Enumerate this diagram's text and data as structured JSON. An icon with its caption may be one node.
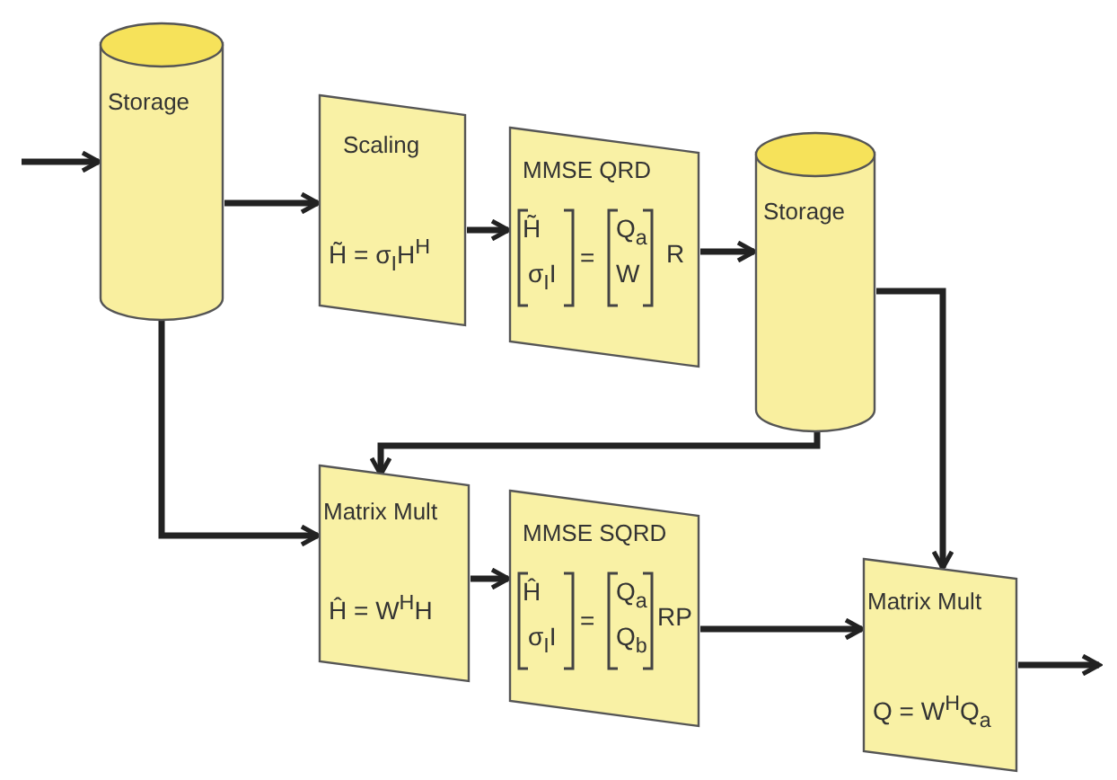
{
  "diagram": {
    "nodes": [
      {
        "text": [
          "Storage"
        ]
      },
      {
        "text": [
          "Scaling",
          "H̃ = σ$_{I}$H$^{H}$"
        ]
      },
      {
        "text": [
          "MMSE QRD",
          "H̃",
          "σ$_{I}$I",
          "=",
          "Q$_{a}$",
          "W",
          "R"
        ]
      },
      {
        "text": [
          "Storage"
        ]
      },
      {
        "text": [
          "Matrix Mult",
          "Ĥ = W$^{H}$H"
        ]
      },
      {
        "text": [
          "MMSE SQRD",
          "Ĥ",
          "σ$_{I}$I",
          "=",
          "Q$_{a}$",
          "Q$_{b}$",
          "RP"
        ]
      },
      {
        "text": [
          "Matrix Mult",
          "Q = W$^{H}$Q$_{a}$"
        ]
      }
    ],
    "edges": [
      {
        "from": null,
        "to": 0,
        "arrow": "to"
      },
      {
        "from": 0,
        "to": 1,
        "arrow": "to"
      },
      {
        "from": 1,
        "to": 2,
        "arrow": "to"
      },
      {
        "from": 2,
        "to": 3,
        "arrow": "to"
      },
      {
        "from": 3,
        "to": 4,
        "arrow": "to"
      },
      {
        "from": 3,
        "to": 6,
        "arrow": "to"
      },
      {
        "from": 0,
        "to": 4,
        "arrow": "to"
      },
      {
        "from": 4,
        "to": 5,
        "arrow": "to"
      },
      {
        "from": 5,
        "to": 6,
        "arrow": "to"
      },
      {
        "from": 6,
        "to": null,
        "arrow": "to"
      }
    ]
  }
}
